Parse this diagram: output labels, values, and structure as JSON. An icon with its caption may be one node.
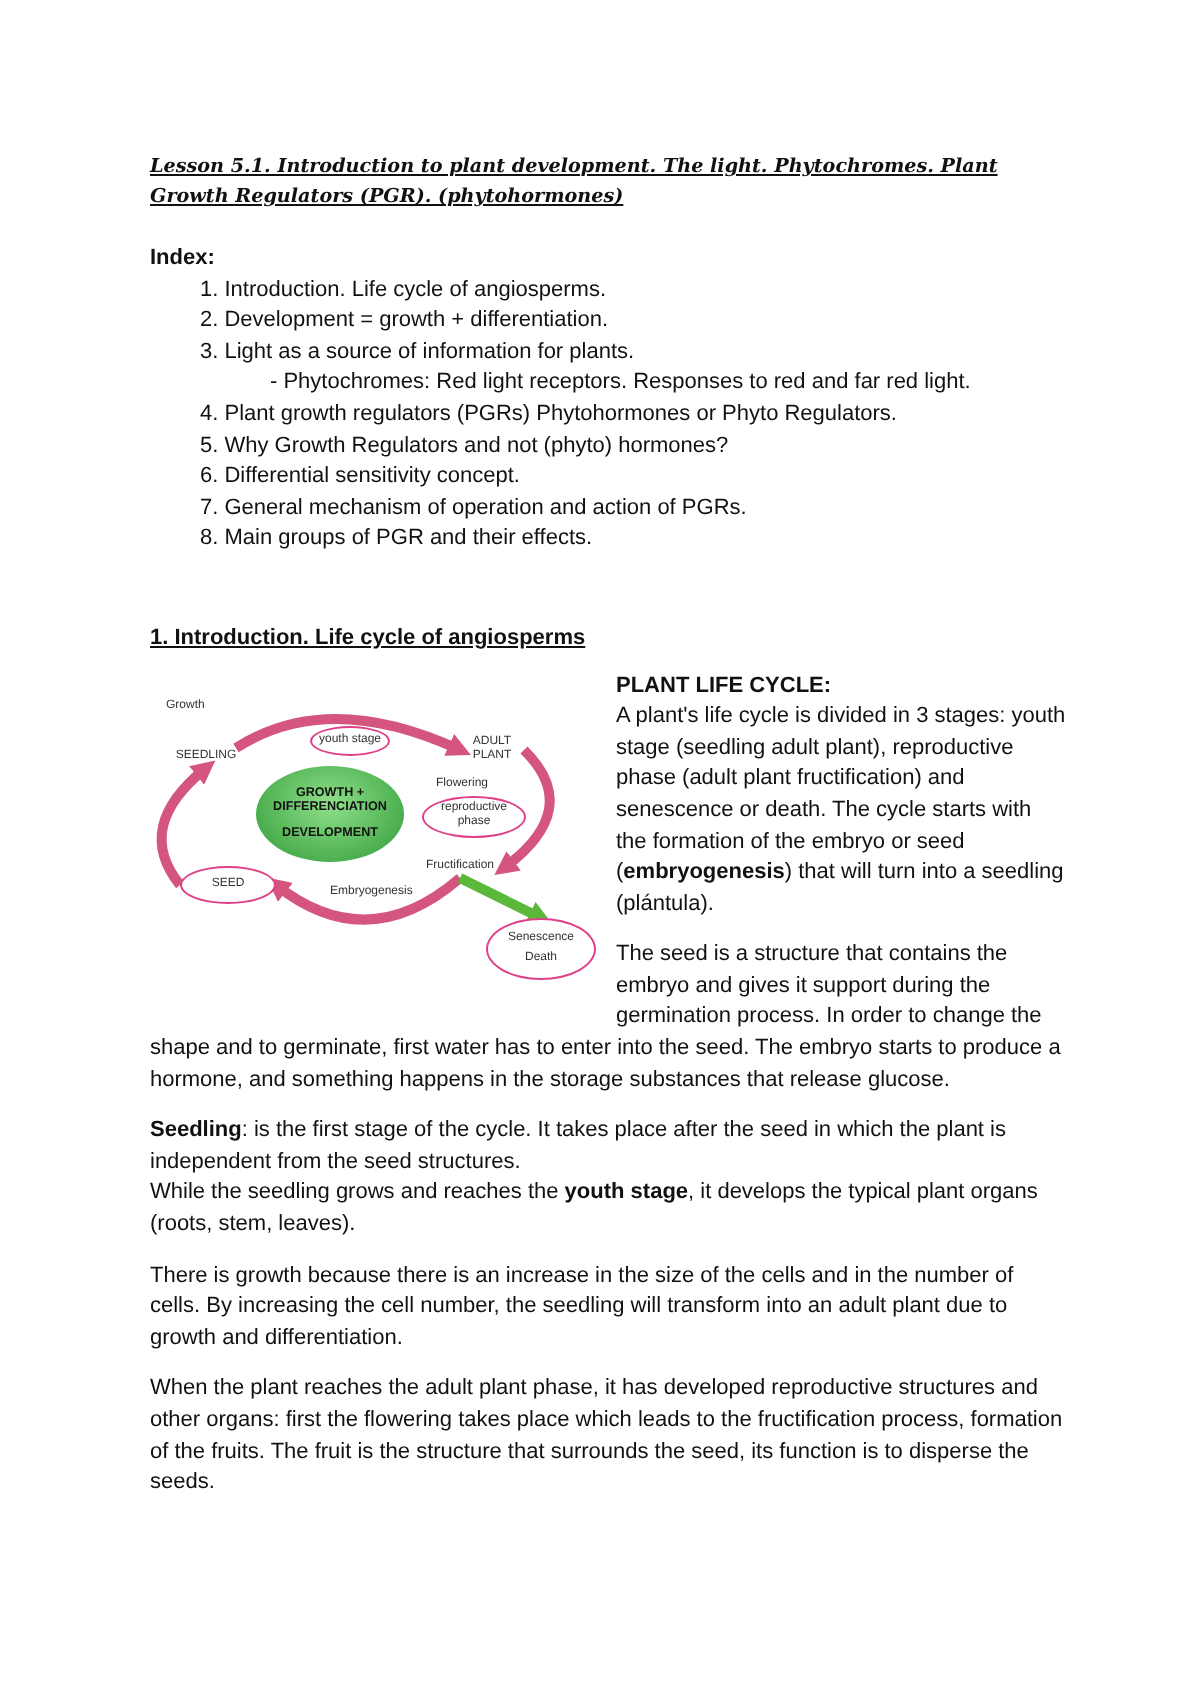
{
  "diagram": {
    "title": "Lesson 5.1. Introduction to plant development. The light. Phytochromes. Plant Growth Regulators (PGR). (phytohormones)",
    "nodes": [
      {
        "text": [
          "SEEDLING"
        ]
      },
      {
        "text": [
          "youth stage"
        ]
      },
      {
        "text": [
          "ADULT PLANT"
        ]
      },
      {
        "text": [
          "GROWTH + DIFFERENCIATION",
          "DEVELOPMENT"
        ]
      },
      {
        "text": [
          "reproductive phase"
        ]
      },
      {
        "text": [
          "SEED"
        ]
      },
      {
        "text": [
          "Senescence",
          "Death"
        ]
      },
      {
        "text": [
          "Fructification"
        ]
      }
    ],
    "edges": [
      {
        "from": 0,
        "to": 2,
        "arrow": "to"
      },
      {
        "from": 2,
        "to": 7,
        "arrow": "to"
      },
      {
        "from": 7,
        "to": 5,
        "arrow": "to"
      },
      {
        "from": 5,
        "to": 0,
        "arrow": "to"
      },
      {
        "from": 7,
        "to": 6,
        "arrow": "to",
        "color": "#5cb83a"
      }
    ],
    "labels": [
      "Index:",
      "1. Introduction. Life cycle of angiosperms.",
      "2. Development = growth + differentiation.",
      "3. Light as a source of information for plants.",
      "- Phytochromes: Red light receptors. Responses to red and far red light.",
      "4. Plant growth regulators (PGRs) Phytohormones or Phyto Regulators.",
      "5. Why Growth Regulators and not (phyto) hormones?",
      "6. Differential sensitivity concept.",
      "7. General mechanism of operation and action of PGRs.",
      "8. Main groups of PGR and their effects.",
      "1. Introduction. Life cycle of angiosperms",
      "Growth",
      "Flowering",
      "Embryogenesis",
      "PLANT LIFE CYCLE:",
      "A plant's life cycle is divided in 3 stages: youth stage (seedling adult plant), reproductive phase (adult plant fructification) and senescence or death. The cycle starts with the formation of the embryo or seed (**embryogenesis**) that will turn into a seedling (plántula).",
      "The seed is a structure that contains the embryo and gives it support during the germination process. In order to change the shape and to germinate, first water has to enter into the seed. The embryo starts to produce a hormone, and something happens in the storage substances that release glucose.",
      "**Seedling**: is the first stage of the cycle. It takes place after the seed in which the plant is independent from the seed structures.",
      "While the seedling grows and reaches the **youth stage**, it develops the typical plant organs (roots, stem, leaves).",
      "There is growth because there is an increase in the size of the cells and in the number of cells. By increasing the cell number, the seedling will transform into an adult plant due to growth and differentiation.",
      "When the plant reaches the adult plant phase, it has developed reproductive structures and other organs: first the flowering takes place which leads to the fructification process, formation of the fruits. The fruit is the structure that surrounds the seed, its function is to disperse the seeds."
    ]
  }
}
